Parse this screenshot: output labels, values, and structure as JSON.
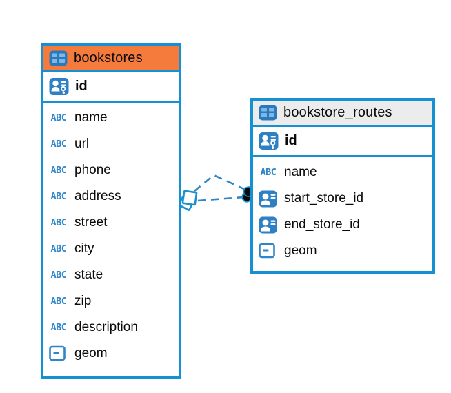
{
  "colors": {
    "table_border_blue": "#1590d2",
    "icon_blue": "#2e7fc4",
    "icon_blue_light": "#7fb6e3",
    "accent_blue": "#2e86c8",
    "bookstores_header": "#f57b3d",
    "bookstore_routes_header": "#ececec",
    "text": "#0a0a0a",
    "relationship_dot": "#0a0a0a"
  },
  "icons": {
    "text_type_glyph": "ABC",
    "table_icon": "table-grid",
    "primary_key_icon": "person-with-key",
    "reference_icon": "person-card",
    "geometry_icon": "box-with-dash"
  },
  "tables": [
    {
      "title": "bookstores",
      "primary_key": "id",
      "columns": [
        {
          "name": "name",
          "type": "text"
        },
        {
          "name": "url",
          "type": "text"
        },
        {
          "name": "phone",
          "type": "text"
        },
        {
          "name": "address",
          "type": "text"
        },
        {
          "name": "street",
          "type": "text"
        },
        {
          "name": "city",
          "type": "text"
        },
        {
          "name": "state",
          "type": "text"
        },
        {
          "name": "zip",
          "type": "text"
        },
        {
          "name": "description",
          "type": "text"
        },
        {
          "name": "geom",
          "type": "geometry"
        }
      ]
    },
    {
      "title": "bookstore_routes",
      "primary_key": "id",
      "columns": [
        {
          "name": "name",
          "type": "text"
        },
        {
          "name": "start_store_id",
          "type": "reference"
        },
        {
          "name": "end_store_id",
          "type": "reference"
        },
        {
          "name": "geom",
          "type": "geometry"
        }
      ]
    }
  ],
  "relationship": {
    "from_table": "bookstores",
    "to_table": "bookstore_routes",
    "line_style": "dashed",
    "source_marker": "double-diamond",
    "target_marker": "double-dot"
  }
}
